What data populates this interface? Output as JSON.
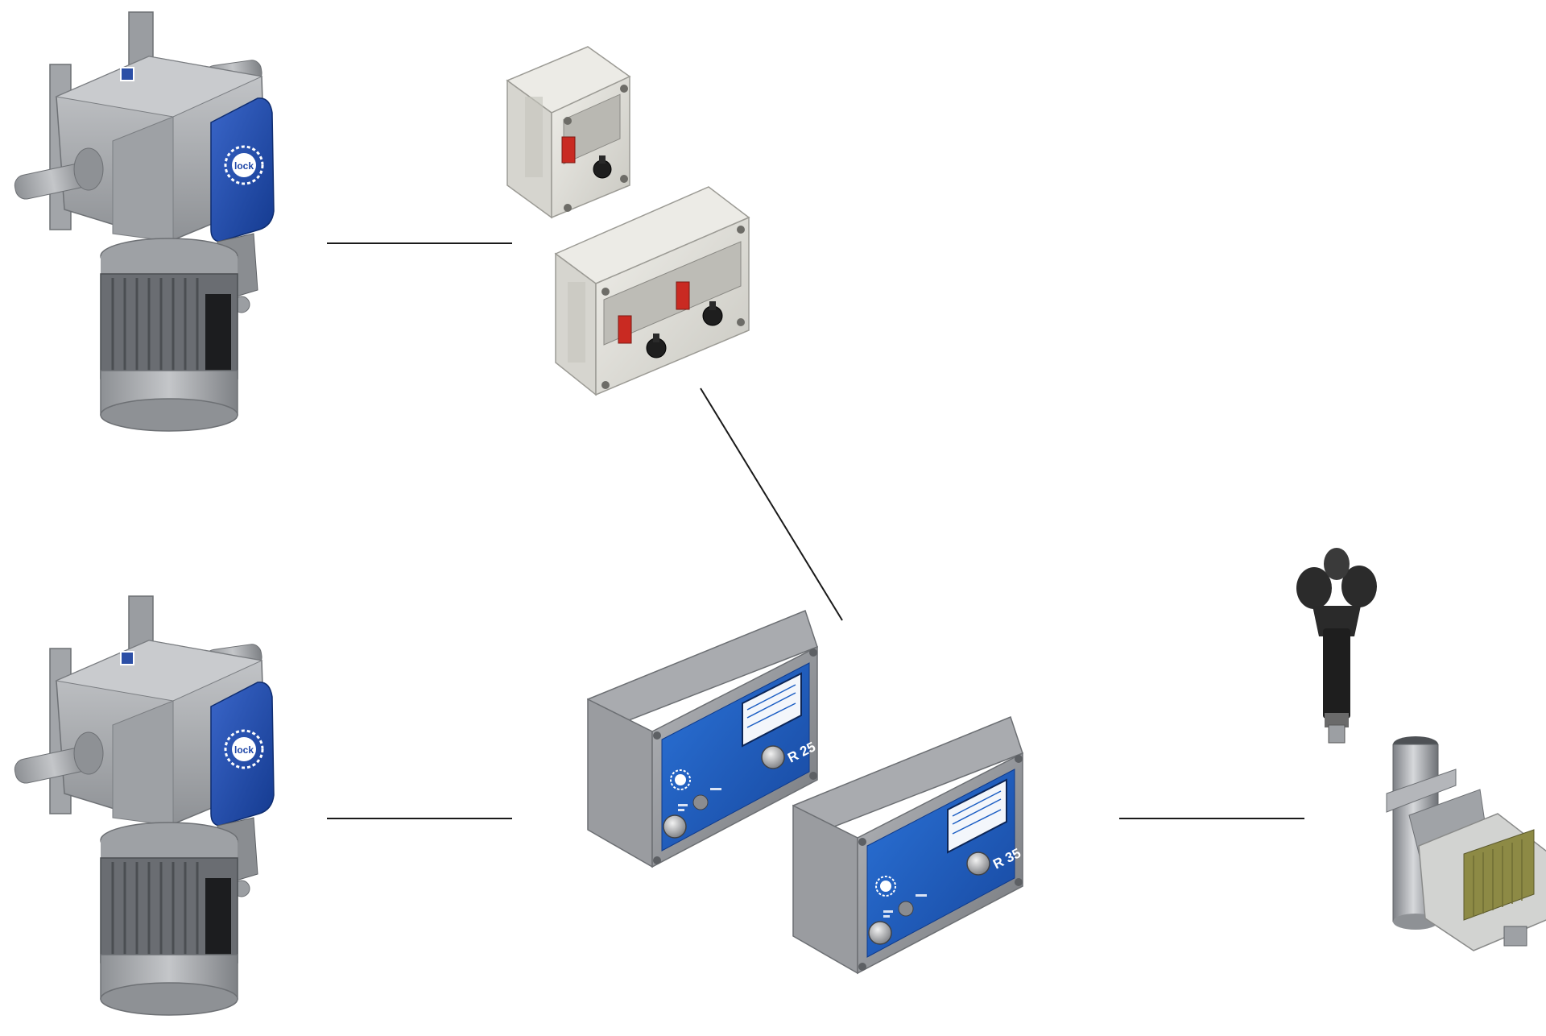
{
  "diagram": {
    "components": [
      {
        "id": "gear-motor-top",
        "kind": "geared motor",
        "brand_logo": "lock"
      },
      {
        "id": "gear-motor-bottom",
        "kind": "geared motor",
        "brand_logo": "lock"
      },
      {
        "id": "switch-box-small",
        "kind": "switch box, single rotary switch"
      },
      {
        "id": "switch-box-large",
        "kind": "switch box, two rotary switches"
      },
      {
        "id": "controller-r25",
        "kind": "control unit",
        "label": "R 25",
        "brand_logo": "lock"
      },
      {
        "id": "controller-r35",
        "kind": "control unit",
        "label": "R 35",
        "brand_logo": "lock"
      },
      {
        "id": "wind-sensor",
        "kind": "anemometer"
      },
      {
        "id": "rain-sensor",
        "kind": "rain sensor on mounting pole"
      }
    ],
    "connections": [
      {
        "from": "gear-motor-top",
        "to": "switch-boxes"
      },
      {
        "from": "gear-motor-bottom",
        "to": "controllers"
      },
      {
        "from": "switch-boxes",
        "to": "controllers"
      },
      {
        "from": "controllers",
        "to": "weather-sensors"
      }
    ]
  },
  "colors": {
    "background": "#ffffff",
    "line": "#1a1a1a",
    "motor_grey": "#a7aaad",
    "motor_dark": "#5b5e62",
    "brand_blue": "#1f47a8",
    "panel_blue": "#1d5fc4",
    "steel": "#8f9196",
    "box_white": "#e3e2dc",
    "switch_red": "#c92a22",
    "sensor_black": "#2a2a2a",
    "rain_plate": "#8d8a45"
  }
}
